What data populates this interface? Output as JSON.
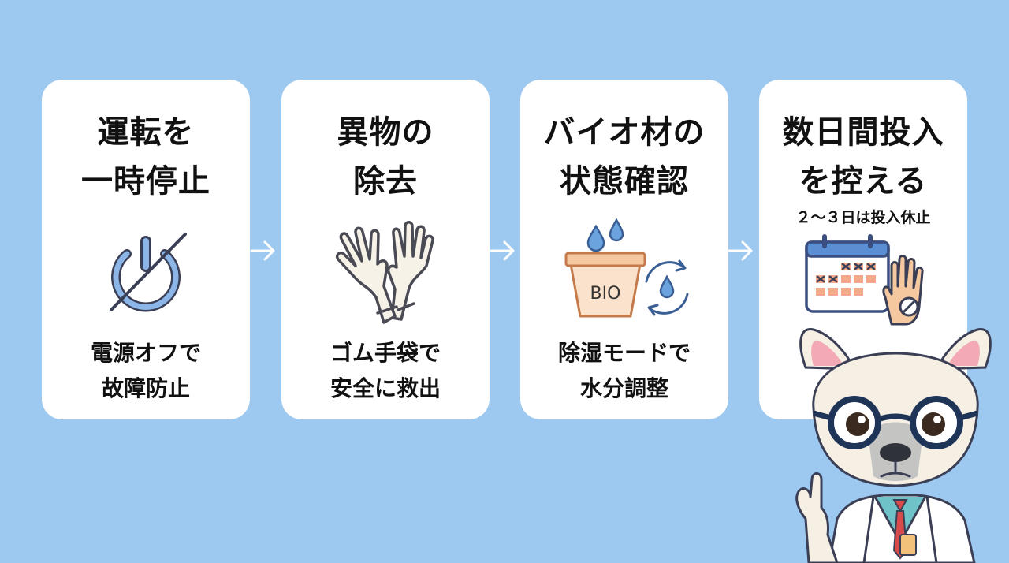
{
  "steps": [
    {
      "title_line1": "運転を",
      "title_line2": "一時停止",
      "caption_line1": "電源オフで",
      "caption_line2": "故障防止",
      "icon": "power-off-icon"
    },
    {
      "title_line1": "異物の",
      "title_line2": "除去",
      "caption_line1": "ゴム手袋で",
      "caption_line2": "安全に救出",
      "icon": "rubber-gloves-icon"
    },
    {
      "title_line1": "バイオ材の",
      "title_line2": "状態確認",
      "caption_line1": "除湿モードで",
      "caption_line2": "水分調整",
      "icon": "bio-container-icon",
      "icon_text": "BIO"
    },
    {
      "title_line1": "数日間投入",
      "title_line2": "を控える",
      "note": "２～３日は投入休止",
      "icon": "calendar-stop-icon"
    }
  ],
  "colors": {
    "background": "#9dc8f0",
    "card": "#ffffff",
    "icon_blue": "#5b8fd4",
    "icon_outline": "#3a3f55",
    "arrow": "#ffffff"
  }
}
